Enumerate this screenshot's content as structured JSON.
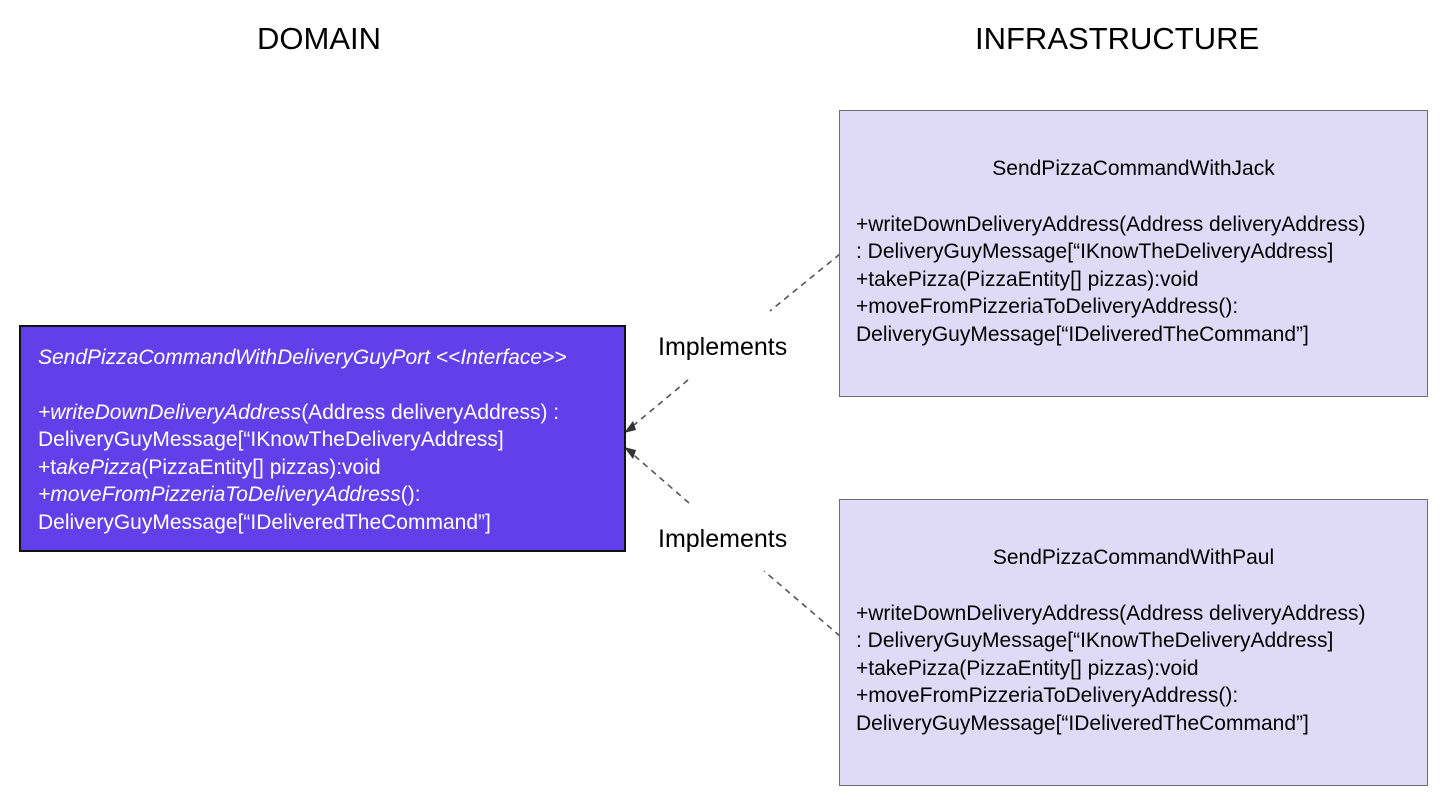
{
  "headers": {
    "domain": "DOMAIN",
    "infrastructure": "INFRASTRUCTURE"
  },
  "interface": {
    "title": "SendPizzaCommandWithDeliveryGuyPort <<Interface>>",
    "method1_prefix": "+",
    "method1_name": "writeDownDeliveryAddress",
    "method1_args": "(Address deliveryAddress) :",
    "method1_return": "DeliveryGuyMessage[“IKnowTheDeliveryAddress]",
    "method2_prefix": "+t",
    "method2_name": "akePizza",
    "method2_args": "(PizzaEntity[] pizzas):void",
    "method3_name": "+moveFromPizzeriaToDeliveryAddress",
    "method3_args": "():",
    "method3_return": "DeliveryGuyMessage[“IDeliveredTheCommand”]",
    "fill_color": "#6140ea"
  },
  "implementations": [
    {
      "title": "SendPizzaCommandWithJack",
      "lines": [
        "+writeDownDeliveryAddress(Address deliveryAddress)",
        ": DeliveryGuyMessage[“IKnowTheDeliveryAddress]",
        "+takePizza(PizzaEntity[] pizzas):void",
        "+moveFromPizzeriaToDeliveryAddress():",
        "DeliveryGuyMessage[“IDeliveredTheCommand”]"
      ],
      "relation_label": "Implements",
      "fill_color": "#dfdbf6"
    },
    {
      "title": "SendPizzaCommandWithPaul",
      "lines": [
        "+writeDownDeliveryAddress(Address deliveryAddress)",
        ": DeliveryGuyMessage[“IKnowTheDeliveryAddress]",
        "+takePizza(PizzaEntity[] pizzas):void",
        "+moveFromPizzeriaToDeliveryAddress():",
        "DeliveryGuyMessage[“IDeliveredTheCommand”]"
      ],
      "relation_label": "Implements",
      "fill_color": "#dfdbf6"
    }
  ]
}
